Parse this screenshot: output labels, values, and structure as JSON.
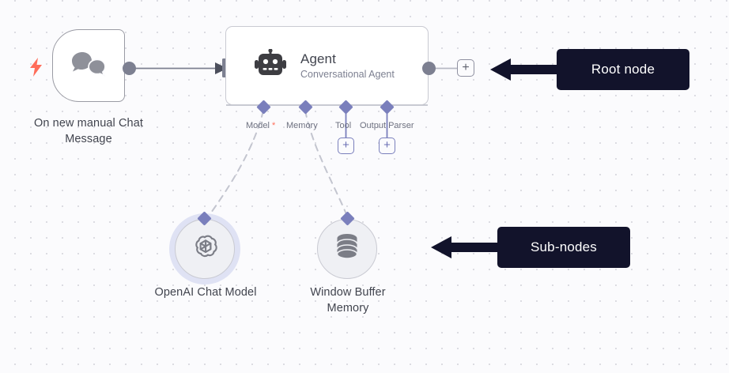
{
  "canvas": {
    "grid": "dot-grid",
    "background_color": "#fbfbfd",
    "dot_color": "#dcdce2"
  },
  "nodes": [
    {
      "id": "trigger",
      "name": "On new manual Chat Message",
      "icon": "chat-bubbles-icon",
      "badge": "lightning-bolt-icon",
      "shape": "trigger-rounded-left",
      "has_output": true
    },
    {
      "id": "agent",
      "title": "Agent",
      "subtitle": "Conversational Agent",
      "icon": "robot-icon",
      "shape": "rectangle",
      "has_input": true,
      "has_output": true,
      "sub_connectors": [
        {
          "label": "Model",
          "required": true,
          "required_marker": "*",
          "connected": true,
          "has_plus": false
        },
        {
          "label": "Memory",
          "required": false,
          "required_marker": "",
          "connected": true,
          "has_plus": false
        },
        {
          "label": "Tool",
          "required": false,
          "required_marker": "",
          "connected": false,
          "has_plus": true
        },
        {
          "label": "Output Parser",
          "required": false,
          "required_marker": "",
          "connected": false,
          "has_plus": true
        }
      ]
    },
    {
      "id": "openai",
      "name": "OpenAI Chat Model",
      "icon": "openai-logo-icon",
      "shape": "circle",
      "highlighted": true
    },
    {
      "id": "memory",
      "name": "Window Buffer Memory",
      "icon": "database-icon",
      "shape": "circle",
      "highlighted": false
    }
  ],
  "buttons": {
    "agent_output_plus": "+",
    "tool_plus": "+",
    "output_parser_plus": "+"
  },
  "callouts": [
    {
      "id": "root",
      "text": "Root node",
      "arrow": "arrow-left-icon"
    },
    {
      "id": "sub",
      "text": "Sub-nodes",
      "arrow": "arrow-left-icon"
    }
  ],
  "colors": {
    "accent_purple": "#7a7fbc",
    "trigger_orange": "#ff6d5a",
    "callout_bg": "#12132b",
    "node_border": "#c9cad2",
    "text_primary": "#41444e",
    "text_secondary": "#7d8091"
  }
}
